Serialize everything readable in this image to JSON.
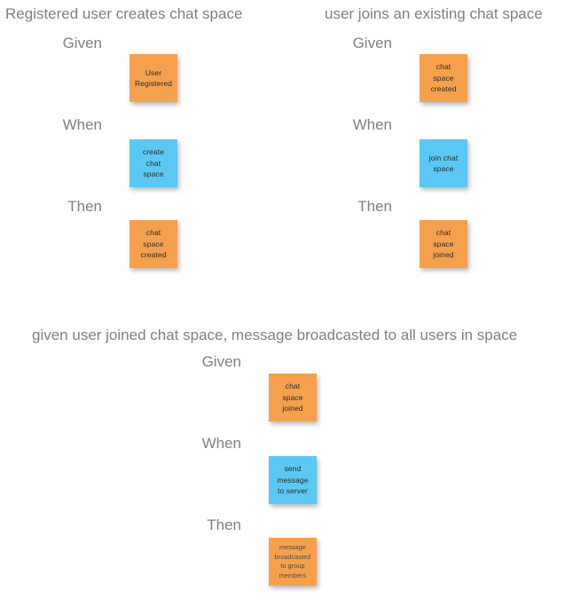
{
  "colors": {
    "note_orange": "#f5a04d",
    "note_blue": "#5ac8f2",
    "text_gray": "#7f7f7f",
    "note_text": "#2b2b2b",
    "background": "#ffffff"
  },
  "labels": {
    "given": "Given",
    "when": "When",
    "then": "Then"
  },
  "scenarios": [
    {
      "id": "scenario-1",
      "title": "Registered user creates chat space",
      "steps": [
        {
          "label": "Given",
          "note": {
            "color": "orange",
            "lines": [
              "User",
              "Registered"
            ],
            "text": "User Registered"
          }
        },
        {
          "label": "When",
          "note": {
            "color": "blue",
            "lines": [
              "create",
              "chat",
              "space"
            ],
            "text": "create chat space"
          }
        },
        {
          "label": "Then",
          "note": {
            "color": "orange",
            "lines": [
              "chat",
              "space",
              "created"
            ],
            "text": "chat space created"
          }
        }
      ]
    },
    {
      "id": "scenario-2",
      "title": "user joins an existing chat space",
      "steps": [
        {
          "label": "Given",
          "note": {
            "color": "orange",
            "lines": [
              "chat",
              "space",
              "created"
            ],
            "text": "chat space created"
          }
        },
        {
          "label": "When",
          "note": {
            "color": "blue",
            "lines": [
              "join chat",
              "space"
            ],
            "text": "join chat space"
          }
        },
        {
          "label": "Then",
          "note": {
            "color": "orange",
            "lines": [
              "chat",
              "space",
              "joined"
            ],
            "text": "chat space joined"
          }
        }
      ]
    },
    {
      "id": "scenario-3",
      "title": "given user joined chat space, message broadcasted to all users in space",
      "steps": [
        {
          "label": "Given",
          "note": {
            "color": "orange",
            "lines": [
              "chat",
              "space",
              "joined"
            ],
            "text": "chat space joined"
          }
        },
        {
          "label": "When",
          "note": {
            "color": "blue",
            "lines": [
              "send",
              "message",
              "to server"
            ],
            "text": "send message to server"
          }
        },
        {
          "label": "Then",
          "note": {
            "color": "orange",
            "lines": [
              "message",
              "broadcasted",
              "to group",
              "members"
            ],
            "text": "message broadcasted to group members"
          }
        }
      ]
    }
  ]
}
